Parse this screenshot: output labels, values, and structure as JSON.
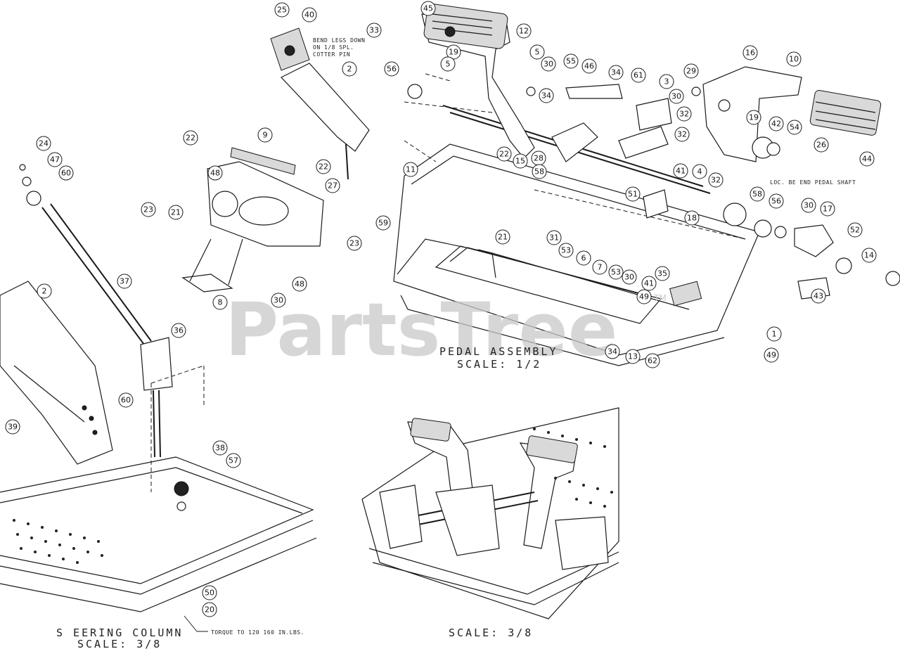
{
  "watermark": {
    "text": "PartsTree",
    "trademark": "TM"
  },
  "captions": {
    "pedal_assembly_line1": "PEDAL ASSEMBLY",
    "pedal_assembly_line2": "SCALE: 1/2",
    "steering_column_line1": "S EERING COLUMN",
    "steering_column_line2": "SCALE: 3/8",
    "bottom_right": "SCALE: 3/8"
  },
  "notes": {
    "bend_legs_line1": "BEND LEGS DOWN",
    "bend_legs_line2": "ON 1/8 SPL.",
    "bend_legs_line3": "COTTER PIN",
    "loc_pedal_shaft": "LOC. BE END PEDAL SHAFT",
    "torque": "TORQUE TO 120 160 IN.LBS."
  },
  "callouts": [
    "25",
    "40",
    "2",
    "33",
    "45",
    "12",
    "19",
    "5",
    "5",
    "30",
    "55",
    "46",
    "34",
    "61",
    "3",
    "29",
    "30",
    "16",
    "10",
    "56",
    "34",
    "28",
    "32",
    "32",
    "19",
    "42",
    "54",
    "44",
    "26",
    "24",
    "47",
    "60",
    "22",
    "9",
    "22",
    "27",
    "48",
    "23",
    "21",
    "11",
    "22",
    "15",
    "58",
    "41",
    "4",
    "32",
    "58",
    "56",
    "30",
    "17",
    "52",
    "14",
    "43",
    "59",
    "21",
    "31",
    "53",
    "6",
    "7",
    "53",
    "30",
    "51",
    "18",
    "35",
    "41",
    "49",
    "1",
    "49",
    "13",
    "62",
    "34",
    "37",
    "2",
    "36",
    "23",
    "48",
    "30",
    "8",
    "60",
    "39",
    "38",
    "57",
    "50",
    "20"
  ]
}
